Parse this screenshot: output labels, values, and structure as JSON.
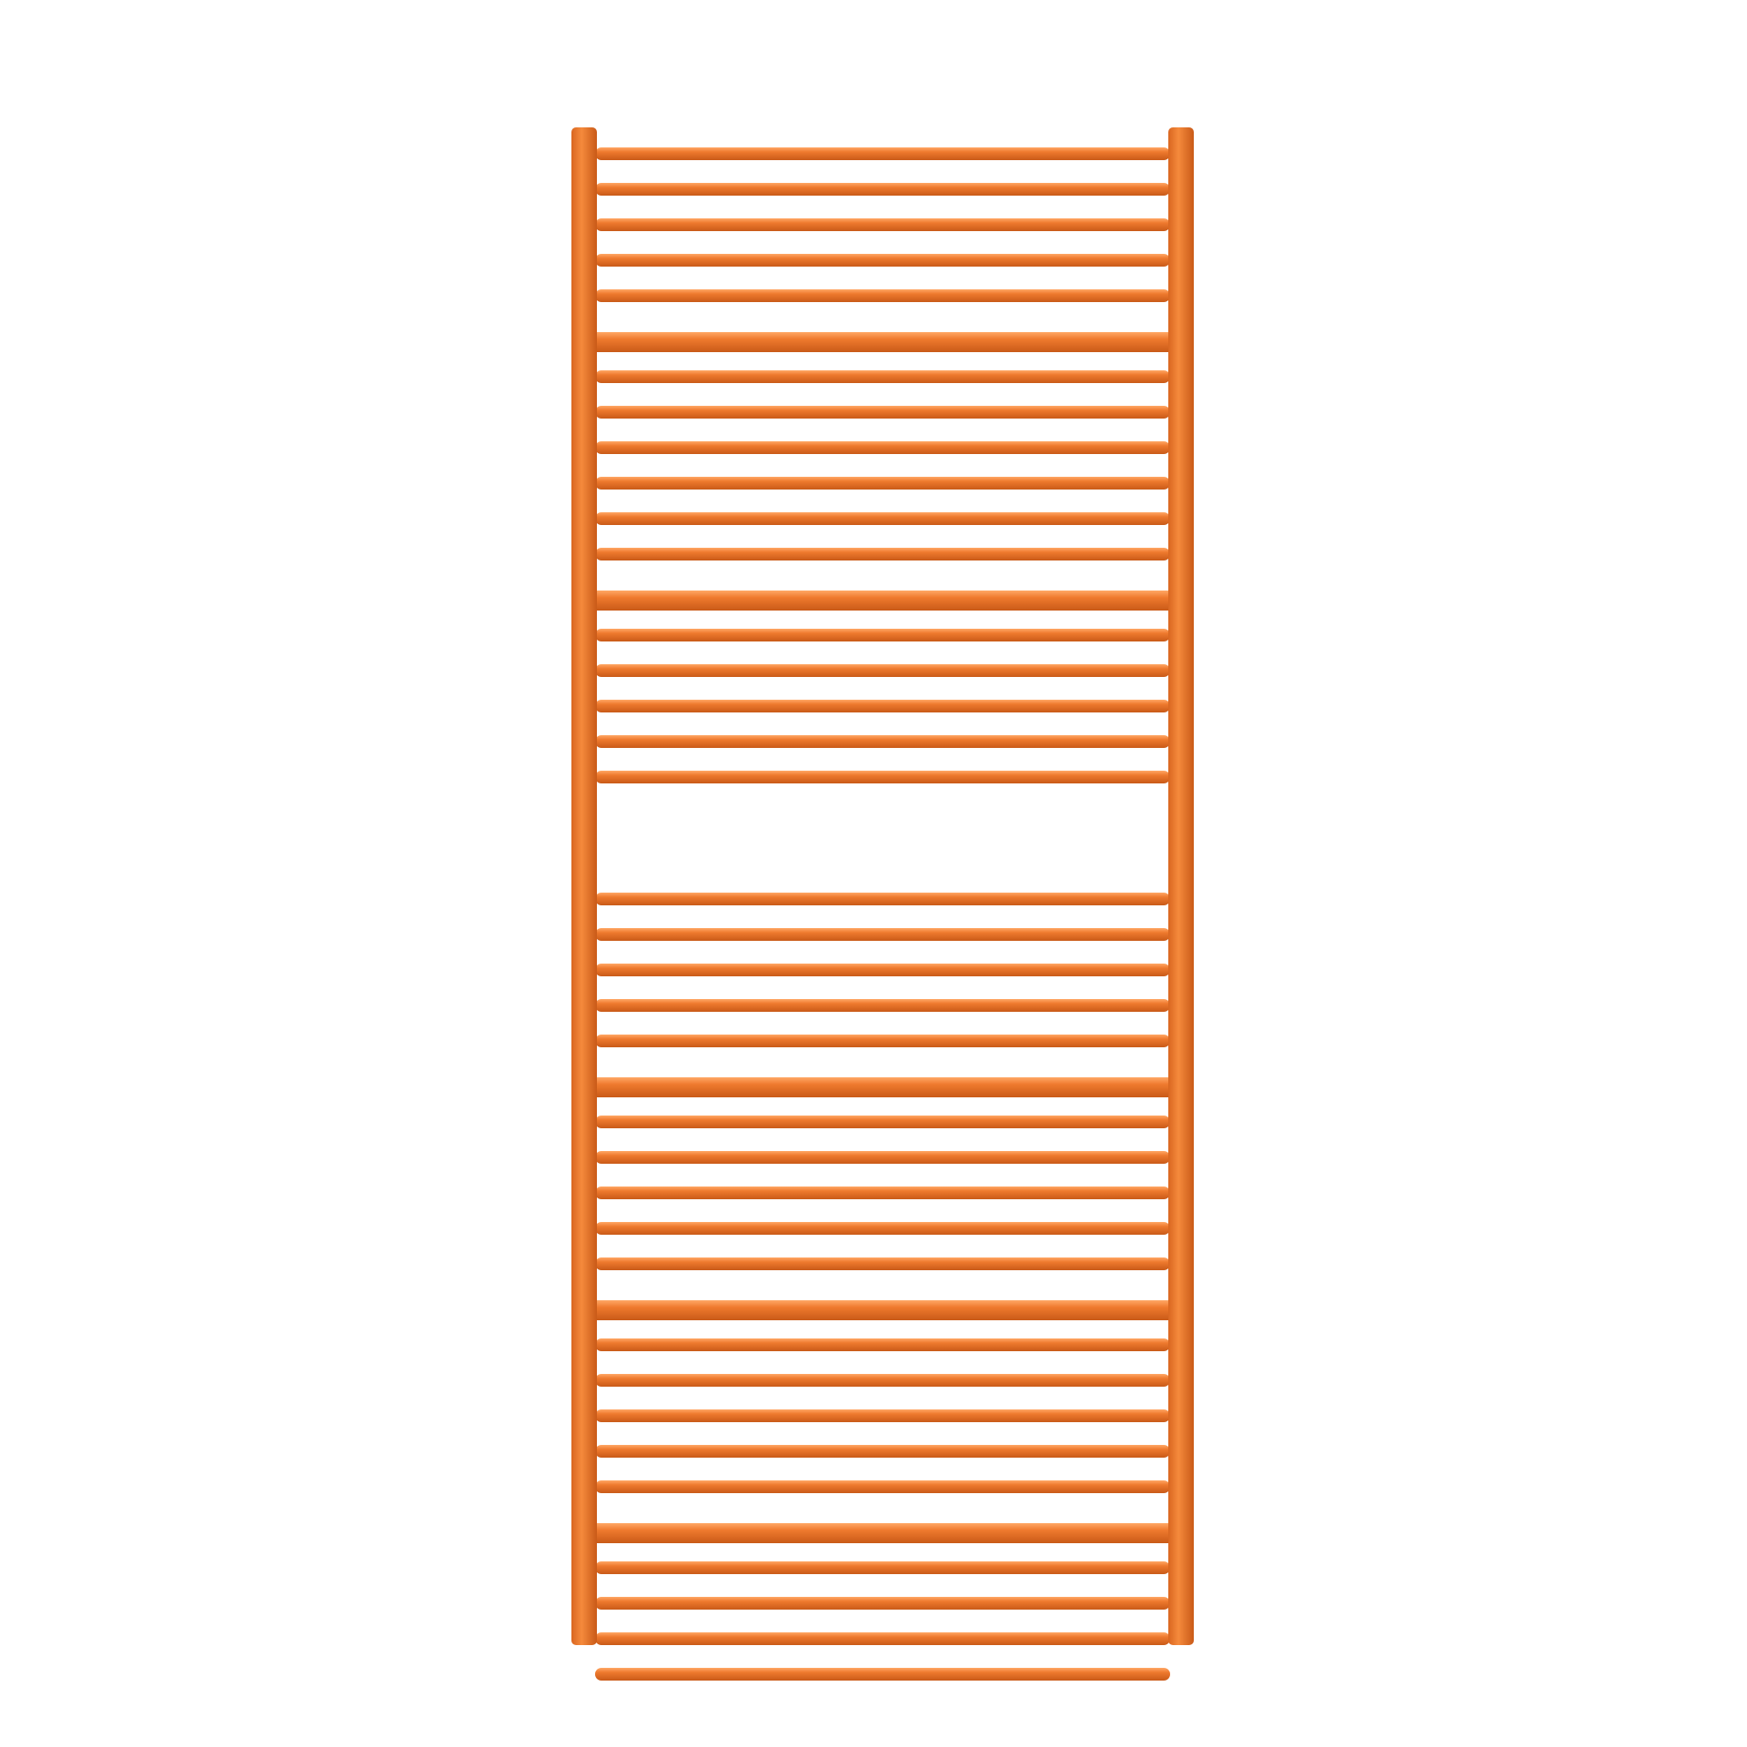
{
  "product": {
    "type": "towel-radiator",
    "finish_color": "#EF7A2E",
    "shadow_color": "#C95A18",
    "highlight_color": "#FFA866",
    "background_color": "#FFFFFF"
  },
  "rails": {
    "groups": [
      5,
      6,
      5,
      5,
      5,
      5,
      4
    ],
    "bar_count": 35,
    "hook_count": 5
  }
}
